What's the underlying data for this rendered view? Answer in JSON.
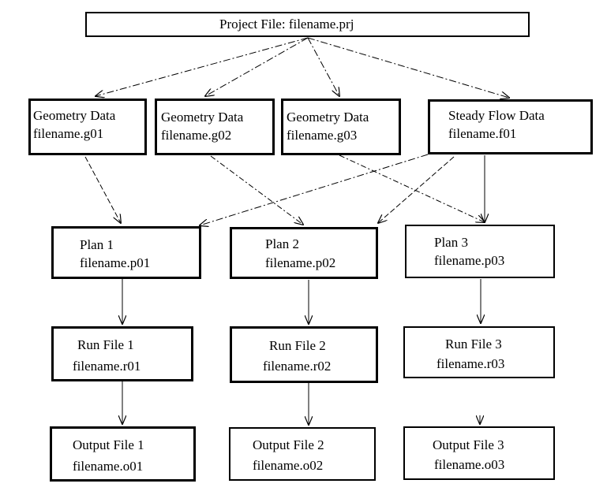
{
  "project": {
    "line1": "Project File: filename.prj"
  },
  "geometry": [
    {
      "line1": "Geometry Data",
      "line2": "filename.g01"
    },
    {
      "line1": "Geometry Data",
      "line2": "filename.g02"
    },
    {
      "line1": "Geometry Data",
      "line2": "filename.g03"
    }
  ],
  "flow": {
    "line1": "Steady Flow Data",
    "line2": "filename.f01"
  },
  "plans": [
    {
      "line1": "Plan 1",
      "line2": "filename.p01"
    },
    {
      "line1": "Plan 2",
      "line2": "filename.p02"
    },
    {
      "line1": "Plan 3",
      "line2": "filename.p03"
    }
  ],
  "runs": [
    {
      "line1": "Run File 1",
      "line2": "filename.r01"
    },
    {
      "line1": "Run File 2",
      "line2": "filename.r02"
    },
    {
      "line1": "Run File 3",
      "line2": "filename.r03"
    }
  ],
  "outputs": [
    {
      "line1": "Output File 1",
      "line2": "filename.o01"
    },
    {
      "line1": "Output File 2",
      "line2": "filename.o02"
    },
    {
      "line1": "Output File 3",
      "line2": "filename.o03"
    }
  ]
}
